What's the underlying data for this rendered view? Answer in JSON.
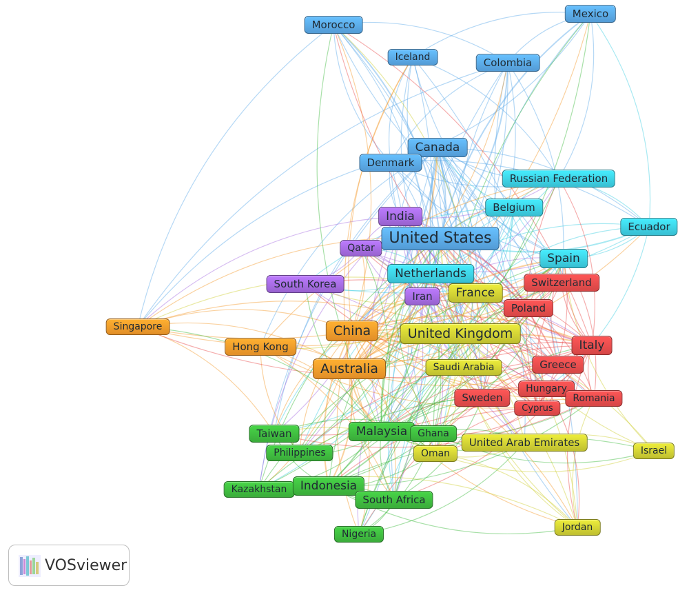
{
  "colors": {
    "blue": "#5aa8e8",
    "cyan": "#3dcfe3",
    "purple": "#a46be0",
    "orange": "#f59a2b",
    "yellow": "#cfcf34",
    "red": "#e84c4c",
    "green": "#3fba3f"
  },
  "nodes": [
    {
      "id": "morocco",
      "label": "Morocco",
      "cluster": "blue",
      "weight": 1
    },
    {
      "id": "mexico",
      "label": "Mexico",
      "cluster": "blue",
      "weight": 1
    },
    {
      "id": "iceland",
      "label": "Iceland",
      "cluster": "blue",
      "weight": 0
    },
    {
      "id": "colombia",
      "label": "Colombia",
      "cluster": "blue",
      "weight": 1
    },
    {
      "id": "canada",
      "label": "Canada",
      "cluster": "blue",
      "weight": 2
    },
    {
      "id": "denmark",
      "label": "Denmark",
      "cluster": "blue",
      "weight": 1
    },
    {
      "id": "united-states",
      "label": "United States",
      "cluster": "blue",
      "weight": 4
    },
    {
      "id": "russian-federation",
      "label": "Russian Federation",
      "cluster": "cyan",
      "weight": 1
    },
    {
      "id": "belgium",
      "label": "Belgium",
      "cluster": "cyan",
      "weight": 1
    },
    {
      "id": "ecuador",
      "label": "Ecuador",
      "cluster": "cyan",
      "weight": 1
    },
    {
      "id": "spain",
      "label": "Spain",
      "cluster": "cyan",
      "weight": 2
    },
    {
      "id": "netherlands",
      "label": "Netherlands",
      "cluster": "cyan",
      "weight": 2
    },
    {
      "id": "india",
      "label": "India",
      "cluster": "purple",
      "weight": 2
    },
    {
      "id": "qatar",
      "label": "Qatar",
      "cluster": "purple",
      "weight": 0
    },
    {
      "id": "south-korea",
      "label": "South Korea",
      "cluster": "purple",
      "weight": 1
    },
    {
      "id": "iran",
      "label": "Iran",
      "cluster": "purple",
      "weight": 1
    },
    {
      "id": "singapore",
      "label": "Singapore",
      "cluster": "orange",
      "weight": 0
    },
    {
      "id": "china",
      "label": "China",
      "cluster": "orange",
      "weight": 3
    },
    {
      "id": "hong-kong",
      "label": "Hong Kong",
      "cluster": "orange",
      "weight": 1
    },
    {
      "id": "australia",
      "label": "Australia",
      "cluster": "orange",
      "weight": 3
    },
    {
      "id": "france",
      "label": "France",
      "cluster": "yellow",
      "weight": 2
    },
    {
      "id": "united-kingdom",
      "label": "United Kingdom",
      "cluster": "yellow",
      "weight": 3
    },
    {
      "id": "saudi-arabia",
      "label": "Saudi Arabia",
      "cluster": "yellow",
      "weight": 0
    },
    {
      "id": "oman",
      "label": "Oman",
      "cluster": "yellow",
      "weight": 0
    },
    {
      "id": "united-arab-emirates",
      "label": "United Arab Emirates",
      "cluster": "yellow",
      "weight": 1
    },
    {
      "id": "israel",
      "label": "Israel",
      "cluster": "yellow",
      "weight": 0
    },
    {
      "id": "jordan",
      "label": "Jordan",
      "cluster": "yellow",
      "weight": 0
    },
    {
      "id": "switzerland",
      "label": "Switzerland",
      "cluster": "red",
      "weight": 1
    },
    {
      "id": "poland",
      "label": "Poland",
      "cluster": "red",
      "weight": 1
    },
    {
      "id": "italy",
      "label": "Italy",
      "cluster": "red",
      "weight": 2
    },
    {
      "id": "greece",
      "label": "Greece",
      "cluster": "red",
      "weight": 1
    },
    {
      "id": "hungary",
      "label": "Hungary",
      "cluster": "red",
      "weight": 0
    },
    {
      "id": "sweden",
      "label": "Sweden",
      "cluster": "red",
      "weight": 1
    },
    {
      "id": "romania",
      "label": "Romania",
      "cluster": "red",
      "weight": 0
    },
    {
      "id": "cyprus",
      "label": "Cyprus",
      "cluster": "red",
      "weight": -1
    },
    {
      "id": "taiwan",
      "label": "Taiwan",
      "cluster": "green",
      "weight": 1
    },
    {
      "id": "malaysia",
      "label": "Malaysia",
      "cluster": "green",
      "weight": 2
    },
    {
      "id": "ghana",
      "label": "Ghana",
      "cluster": "green",
      "weight": 0
    },
    {
      "id": "philippines",
      "label": "Philippines",
      "cluster": "green",
      "weight": 0
    },
    {
      "id": "kazakhstan",
      "label": "Kazakhstan",
      "cluster": "green",
      "weight": 0
    },
    {
      "id": "indonesia",
      "label": "Indonesia",
      "cluster": "green",
      "weight": 2
    },
    {
      "id": "south-africa",
      "label": "South Africa",
      "cluster": "green",
      "weight": 1
    },
    {
      "id": "nigeria",
      "label": "Nigeria",
      "cluster": "green",
      "weight": 0
    }
  ],
  "logo": {
    "label": "VOSviewer"
  }
}
